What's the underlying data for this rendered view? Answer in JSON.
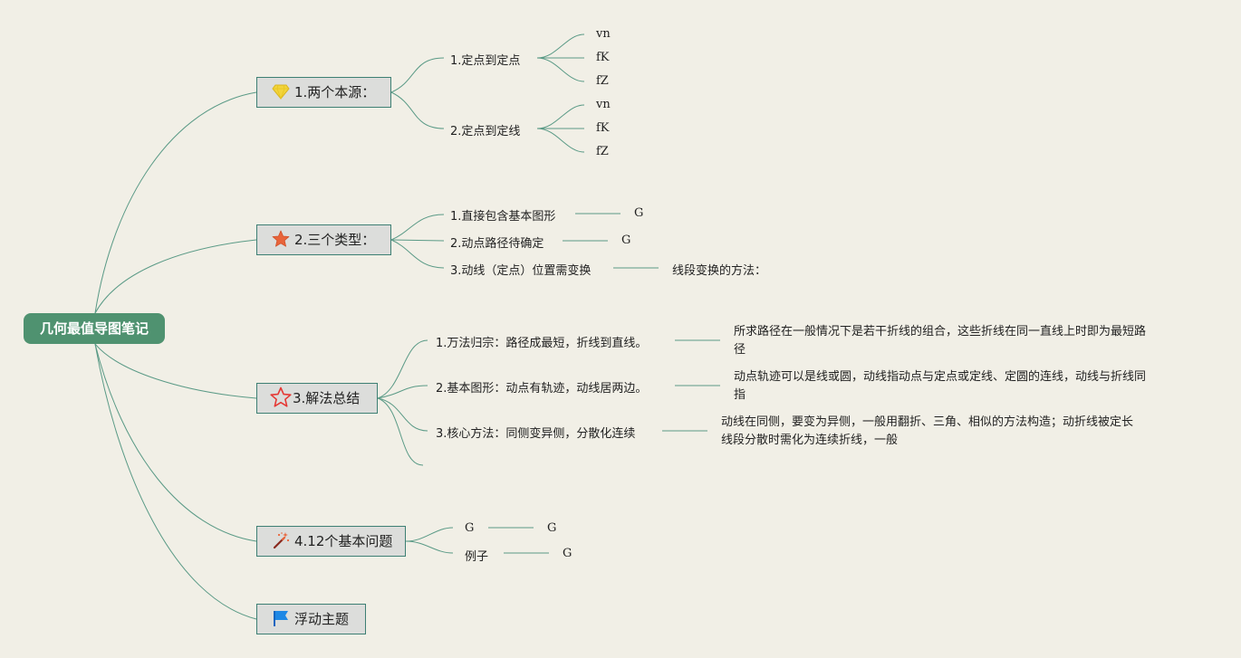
{
  "root": {
    "title": "几何最值导图笔记"
  },
  "topics": [
    {
      "title": "1.两个本源：",
      "icon": "diamond-icon",
      "branches": [
        {
          "label": "1.定点到定点",
          "leaves": [
            "vn",
            "fK",
            "fZ"
          ]
        },
        {
          "label": "2.定点到定线",
          "leaves": [
            "vn",
            "fK",
            "fZ"
          ]
        }
      ]
    },
    {
      "title": "2.三个类型：",
      "icon": "star-filled-icon",
      "branches": [
        {
          "label": "1.直接包含基本图形",
          "leaf": "G"
        },
        {
          "label": "2.动点路径待确定",
          "leaf": "G"
        },
        {
          "label": "3.动线（定点）位置需变换",
          "leaf": "线段变换的方法："
        }
      ]
    },
    {
      "title": "3.解法总结",
      "icon": "star-outline-icon",
      "branches": [
        {
          "label": "1.万法归宗：路径成最短，折线到直线。",
          "note": [
            "所求路径在一般情况下是若干折线的组合，这些折线在同一直线上时即为最短路",
            "径"
          ]
        },
        {
          "label": "2.基本图形：动点有轨迹，动线居两边。",
          "note": [
            "动点轨迹可以是线或圆，动线指动点与定点或定线、定圆的连线，动线与折线同",
            "指"
          ]
        },
        {
          "label": "3.核心方法：同侧变异侧，分散化连续",
          "note": [
            "动线在同侧，要变为异侧，一般用翻折、三角、相似的方法构造；动折线被定长",
            "线段分散时需化为连续折线，一般"
          ]
        }
      ]
    },
    {
      "title": "4.12个基本问题",
      "icon": "magic-wand-icon",
      "branches": [
        {
          "label": "G",
          "leaf": "G"
        },
        {
          "label": "例子",
          "leaf": "G"
        }
      ]
    },
    {
      "title": "浮动主题",
      "icon": "flag-icon",
      "branches": []
    }
  ],
  "colors": {
    "background": "#f1efe6",
    "root_fill": "#4f9270",
    "topic_fill": "#dcdddb",
    "topic_border": "#3d7f73",
    "connector": "#5a9a86",
    "star_filled": "#e8643a",
    "star_outline": "#e53935",
    "diamond": "#f2d43c",
    "flag": "#1e88e5"
  }
}
